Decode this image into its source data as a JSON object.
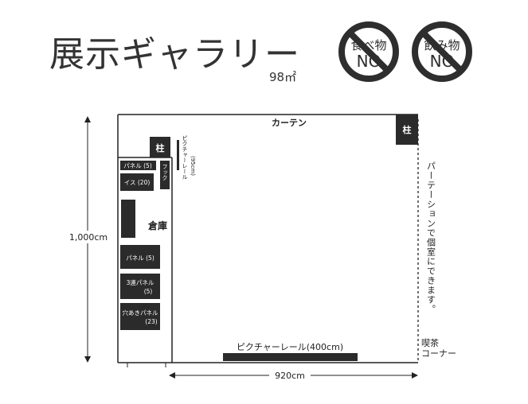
{
  "header": {
    "title": "展示ギャラリー",
    "area": "98㎡"
  },
  "signs": {
    "no_food": {
      "line1": "食べ物",
      "line2": "NO"
    },
    "no_drink": {
      "line1": "飲み物",
      "line2": "NO"
    }
  },
  "floorplan": {
    "curtain_label": "カーテン",
    "pillar_label": "柱",
    "panel_5_small": "パネル (5)",
    "chair_20": "イス (20)",
    "hook_rail": "フック",
    "picture_rail_side": "ピクチャーレール",
    "picture_rail_side_len": "(95cm)",
    "storage_label": "倉庫",
    "panel_5": "パネル (5)",
    "triple_panel_line1": "3連パネル",
    "triple_panel_line2": "(5)",
    "perforated_panel_line1": "穴あきパネル",
    "perforated_panel_line2": "(23)",
    "picture_rail_bottom": "ピクチャーレール(400cm)",
    "partition_note": "パーテーションで個室にできます。",
    "tea_corner_line1": "喫茶",
    "tea_corner_line2": "コーナー",
    "dim_height": "1,000cm",
    "dim_width": "920cm"
  },
  "colors": {
    "dark_fill": "#2b2b2b",
    "line": "#222222",
    "sign_stroke": "#2e2e2e"
  }
}
